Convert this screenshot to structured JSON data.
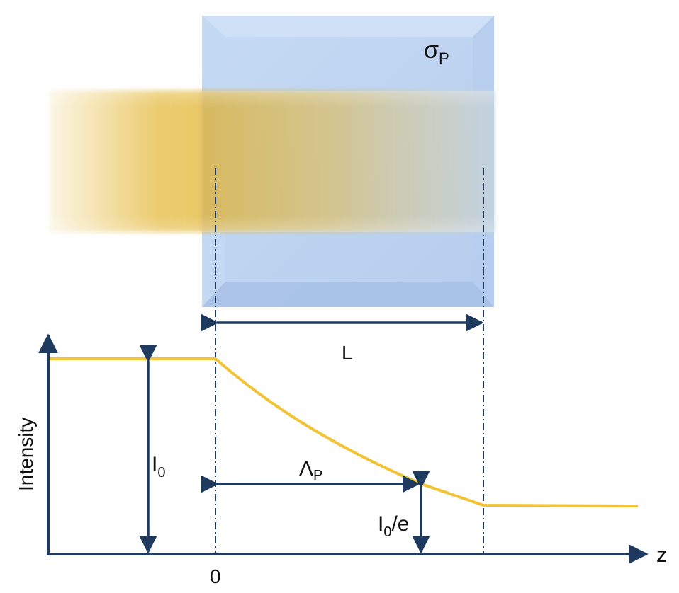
{
  "labels": {
    "sigma": "σ",
    "sigma_sub": "P",
    "length": "L",
    "y_axis": "Intensity",
    "x_axis": "z",
    "origin": "0",
    "i0": "I",
    "i0_sub": "0",
    "lambda": "Λ",
    "lambda_sub": "P",
    "i0e_main": "I",
    "i0e_sub": "0",
    "i0e_tail": "/e"
  },
  "colors": {
    "beam": "#e8c255",
    "slab": "#a9c6ea",
    "slab_edge": "#c9dcf3",
    "axis": "#1f3a5f",
    "curve": "#f2c335"
  }
}
